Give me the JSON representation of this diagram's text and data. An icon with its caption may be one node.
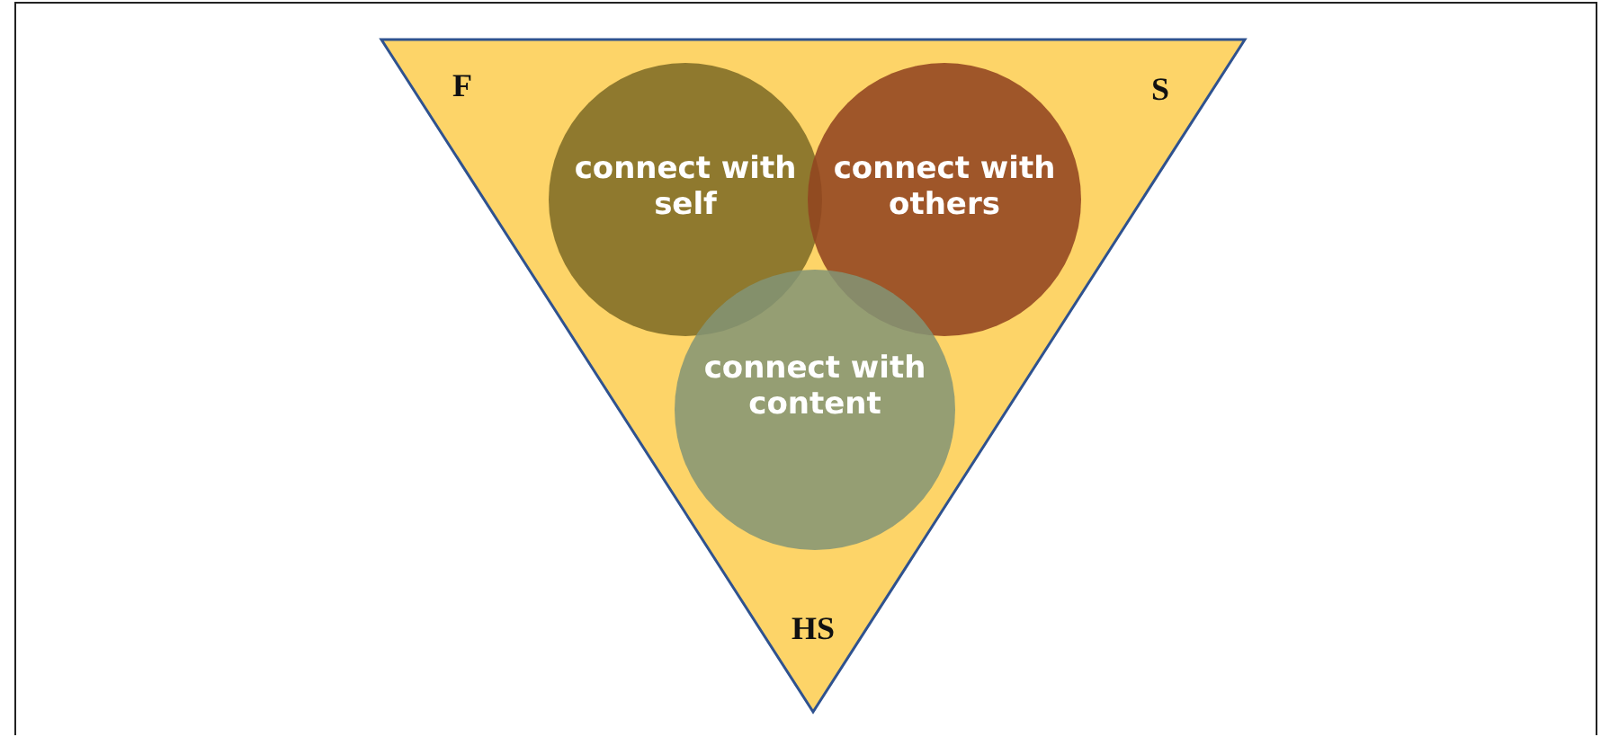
{
  "diagram": {
    "nodes": [
      {
        "text": [
          "F",
          "S",
          "HS"
        ]
      },
      {
        "text": [
          "connect with self"
        ],
        "in": 0
      },
      {
        "text": [
          "connect with others"
        ],
        "in": 0
      },
      {
        "text": [
          "connect with content"
        ],
        "in": 0
      }
    ],
    "edges": []
  }
}
